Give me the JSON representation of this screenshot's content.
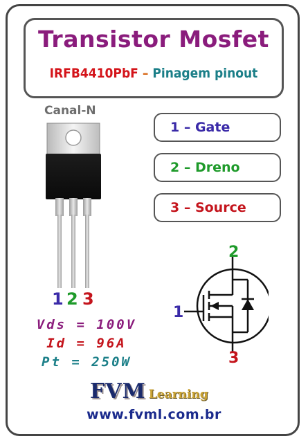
{
  "header": {
    "title": "Transistor Mosfet",
    "part_number": "IRFB4410PbF",
    "separator": " – ",
    "pinout_text": "Pinagem pinout"
  },
  "channel_label": "Canal-N",
  "pins": [
    {
      "number": "1",
      "text": "1 – Gate",
      "color": "#3a2aa8"
    },
    {
      "number": "2",
      "text": "2 – Dreno",
      "color": "#1e9a2a"
    },
    {
      "number": "3",
      "text": "3 – Source",
      "color": "#c4141c"
    }
  ],
  "specs": {
    "vds": "Vds = 100V",
    "id": "Id = 96A",
    "pt": "Pt = 250W"
  },
  "logo": {
    "main": "FVM",
    "sub": "Learning"
  },
  "url": "www.fvml.com.br",
  "icons": [
    "to220-package-icon",
    "n-channel-mosfet-symbol-icon"
  ]
}
